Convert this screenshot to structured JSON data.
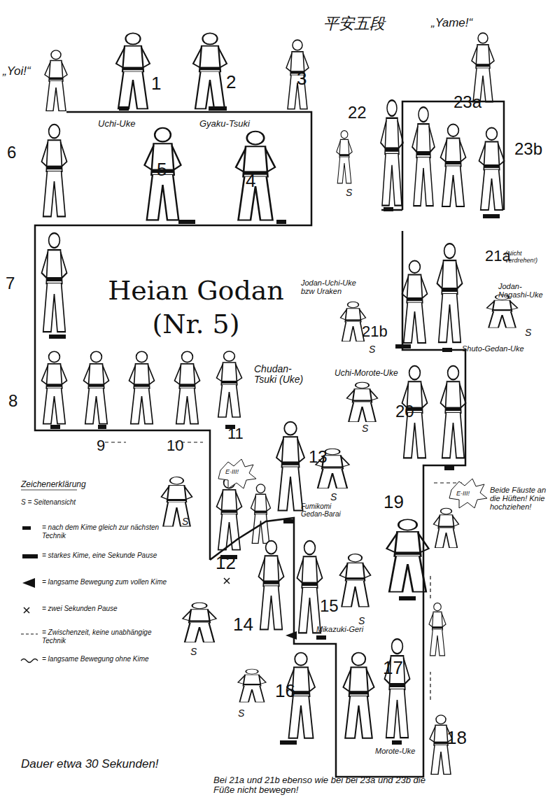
{
  "diagram": {
    "title": "Heian Godan (Nr. 5)",
    "labels": [
      "平安五段",
      "„Yoi!“",
      "„Yame!“",
      "1",
      "2",
      "3",
      "Uchi-Uke",
      "Gyaku-Tsuki",
      "6",
      "5",
      "4",
      "22",
      "S",
      "23a",
      "23b",
      "21a",
      "(Nicht verdrehen!)",
      "Jodan-Nagashi-Uke",
      "Jodan-Uchi-Uke bzw Uraken",
      "21b",
      "S",
      "S",
      "Shuto-Gedan-Uke",
      "7",
      "8",
      "9",
      "10",
      "11",
      "Chudan-Tsuki (Uke)",
      "Uchi-Morote-Uke",
      "20",
      "S",
      "E-III!",
      "13",
      "S",
      "S",
      "12",
      "Fumikomi Gedan-Barai",
      "19",
      "E-III!",
      "Beide Fäuste an die Hüften! Knie hochziehen!",
      "14",
      "S",
      "15",
      "Mikazuki-Geri",
      "S",
      "16",
      "S",
      "17",
      "18",
      "Morote-Uke",
      "Zeichenerklärung",
      "Dauer etwa 30 Sekunden!",
      "Bei 21a und 21b ebenso wie bei bei 23a und 23b die Füße nicht bewegen!"
    ],
    "legend": [
      {
        "text": "S = Seitenansicht"
      },
      {
        "text": "= nach dem Kime gleich zur nächsten Technik"
      },
      {
        "text": "= starkes Kime, eine Sekunde Pause"
      },
      {
        "text": "= langsame Bewegung zum vollen Kime"
      },
      {
        "text": "= zwei Sekunden Pause"
      },
      {
        "text": "= Zwischenzeit, keine unabhängige Technik"
      },
      {
        "text": "= langsame Bewegung ohne Kime"
      }
    ]
  }
}
